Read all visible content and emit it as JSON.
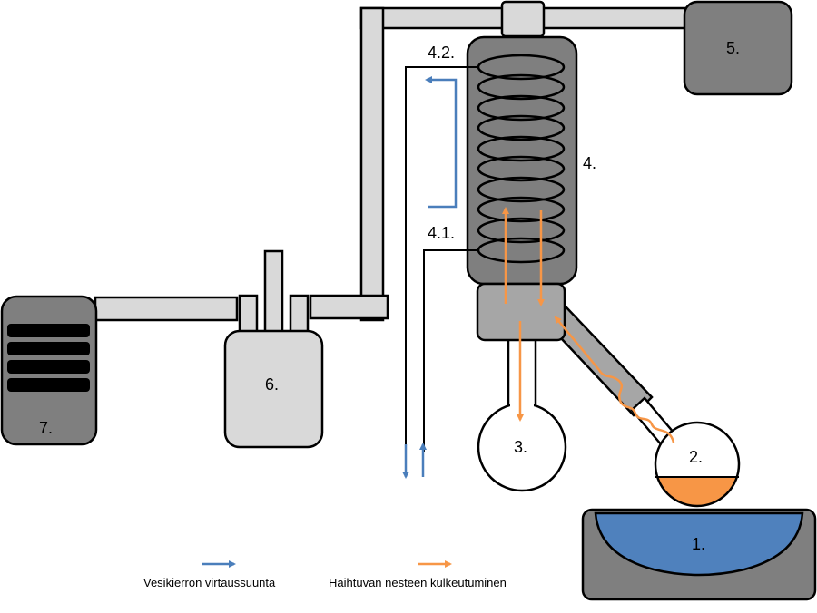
{
  "labels": {
    "water_bath": "1.",
    "evaporation_flask": "2.",
    "receiving_flask": "3.",
    "condenser": "4.",
    "condenser_outlet": "4.2.",
    "condenser_inlet": "4.1.",
    "motor_unit": "5.",
    "cold_trap": "6.",
    "vacuum_pump": "7."
  },
  "legend": {
    "water_flow": "Vesikierron virtaussuunta",
    "vapor_flow": "Haihtuvan nesteen kulkeutuminen"
  },
  "colors": {
    "water_arrow": "#4a7ebb",
    "vapor_arrow": "#f79646",
    "bath_water": "#4f81bd",
    "liquid": "#f79646",
    "dark_gray": "#7f7f7f",
    "medium_gray": "#a6a6a6",
    "light_gray": "#d9d9d9"
  }
}
